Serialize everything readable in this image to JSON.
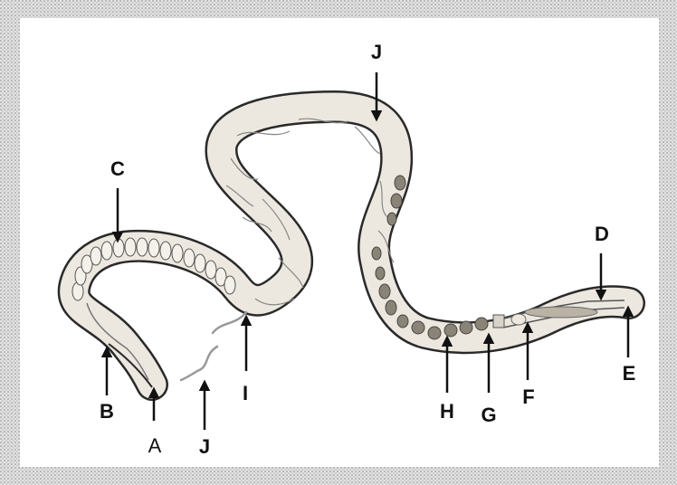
{
  "labels": {
    "A": "A",
    "B": "B",
    "C": "C",
    "D": "D",
    "E": "E",
    "F": "F",
    "G": "G",
    "H": "H",
    "I": "I",
    "J_top": "J",
    "J_bottom": "J"
  },
  "colors": {
    "outline": "#2a2a2a",
    "body_fill": "#e9e6df",
    "frame_texture": "#9a9a9a",
    "arrow": "#111111"
  }
}
